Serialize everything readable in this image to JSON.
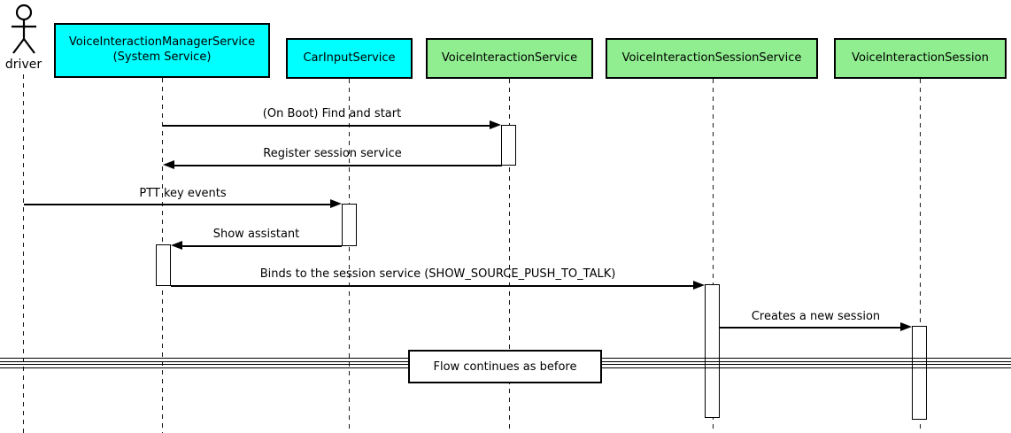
{
  "diagram_type": "uml-sequence",
  "actor": {
    "label": "driver"
  },
  "participants": [
    {
      "label": "VoiceInteractionManagerService\n(System Service)",
      "fill": "#00FFFF"
    },
    {
      "label": "CarInputService",
      "fill": "#00FFFF"
    },
    {
      "label": "VoiceInteractionService",
      "fill": "#90EE90"
    },
    {
      "label": "VoiceInteractionSessionService",
      "fill": "#90EE90"
    },
    {
      "label": "VoiceInteractionSession",
      "fill": "#90EE90"
    }
  ],
  "messages": [
    {
      "label": "(On Boot) Find and start",
      "from": "VoiceInteractionManagerService (System Service)",
      "to": "VoiceInteractionService",
      "direction": "right"
    },
    {
      "label": "Register session service",
      "from": "VoiceInteractionService",
      "to": "VoiceInteractionManagerService (System Service)",
      "direction": "left"
    },
    {
      "label": "PTT key events",
      "from": "driver",
      "to": "CarInputService",
      "direction": "right"
    },
    {
      "label": "Show assistant",
      "from": "CarInputService",
      "to": "VoiceInteractionManagerService (System Service)",
      "direction": "left"
    },
    {
      "label": "Binds to the session service (SHOW_SOURCE_PUSH_TO_TALK)",
      "from": "VoiceInteractionManagerService (System Service)",
      "to": "VoiceInteractionSessionService",
      "direction": "right"
    },
    {
      "label": "Creates a new session",
      "from": "VoiceInteractionSessionService",
      "to": "VoiceInteractionSession",
      "direction": "right"
    }
  ],
  "divider": {
    "label": "Flow continues as before"
  },
  "colors": {
    "participant_system": "#00FFFF",
    "participant_service": "#90EE90",
    "line": "#000000",
    "background": "#FFFFFF"
  }
}
